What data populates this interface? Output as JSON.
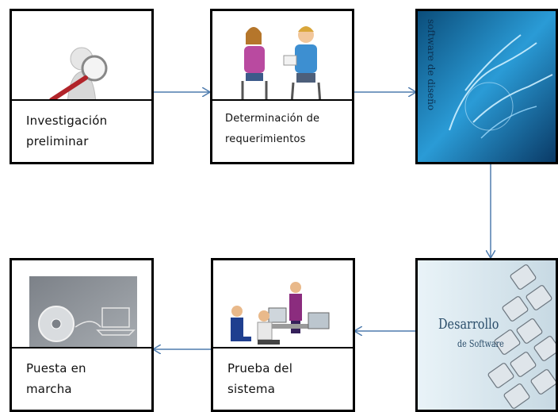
{
  "nodes": [
    {
      "id": "investigacion",
      "lines": [
        "Investigación",
        "preliminar"
      ],
      "icon": "magnifier-person-icon"
    },
    {
      "id": "requerimientos",
      "lines": [
        "Determinación de",
        "requerimientos"
      ],
      "icon": "interview-people-icon"
    },
    {
      "id": "diseno",
      "lines": [],
      "image_text": [
        "software",
        "de",
        "diseño"
      ],
      "icon": "digital-hand-icon"
    },
    {
      "id": "desarrollo",
      "lines": [],
      "image_text": [
        "Desarrollo",
        "de Software"
      ],
      "icon": "keyboard-icon"
    },
    {
      "id": "prueba",
      "lines": [
        "Prueba del",
        "sistema"
      ],
      "icon": "office-workers-icon"
    },
    {
      "id": "puesta",
      "lines": [
        "Puesta en",
        "marcha"
      ],
      "icon": "disc-laptop-icon"
    }
  ],
  "edges": [
    {
      "from": "investigacion",
      "to": "requerimientos"
    },
    {
      "from": "requerimientos",
      "to": "diseno"
    },
    {
      "from": "diseno",
      "to": "desarrollo"
    },
    {
      "from": "desarrollo",
      "to": "prueba"
    },
    {
      "from": "prueba",
      "to": "puesta"
    }
  ],
  "colors": {
    "arrow": "#4f7cae",
    "border": "#000000"
  }
}
